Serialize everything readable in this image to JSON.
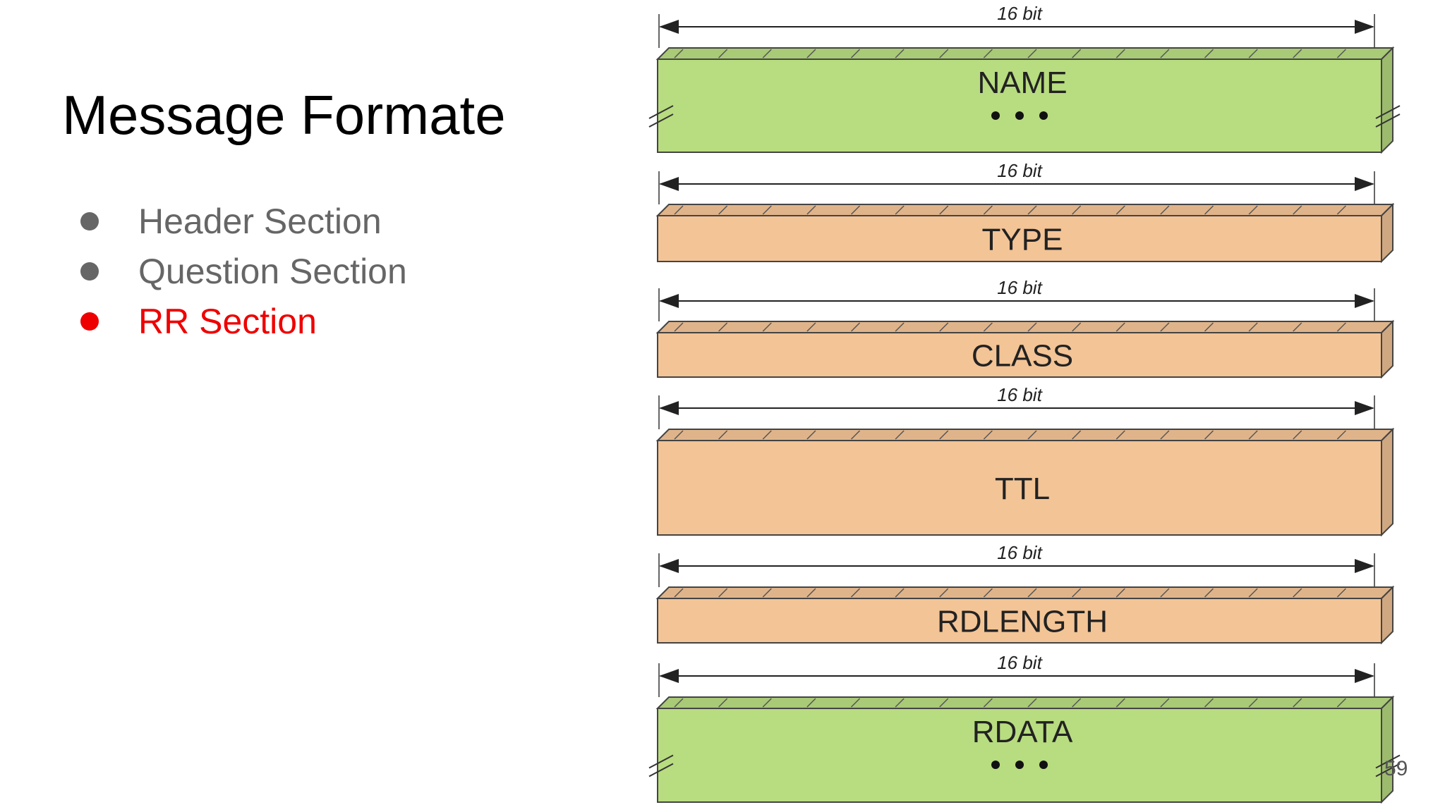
{
  "slide": {
    "title": "Message Formate",
    "bullets": [
      {
        "text": "Header Section",
        "color": "#666666",
        "highlighted": false
      },
      {
        "text": "Question Section",
        "color": "#666666",
        "highlighted": false
      },
      {
        "text": "RR Section",
        "color": "#ee0000",
        "highlighted": true
      }
    ],
    "page_number": "59"
  },
  "diagram": {
    "fields": [
      {
        "label": "NAME",
        "bits": "16 bit",
        "color": "#b8dc80",
        "continued": true
      },
      {
        "label": "TYPE",
        "bits": "16 bit",
        "color": "#f3c496",
        "continued": false
      },
      {
        "label": "CLASS",
        "bits": "16 bit",
        "color": "#f3c496",
        "continued": false
      },
      {
        "label": "TTL",
        "bits": "16 bit",
        "color": "#f3c496",
        "continued": false
      },
      {
        "label": "RDLENGTH",
        "bits": "16 bit",
        "color": "#f3c496",
        "continued": false
      },
      {
        "label": "RDATA",
        "bits": "16 bit",
        "color": "#b8dc80",
        "continued": true
      }
    ]
  }
}
